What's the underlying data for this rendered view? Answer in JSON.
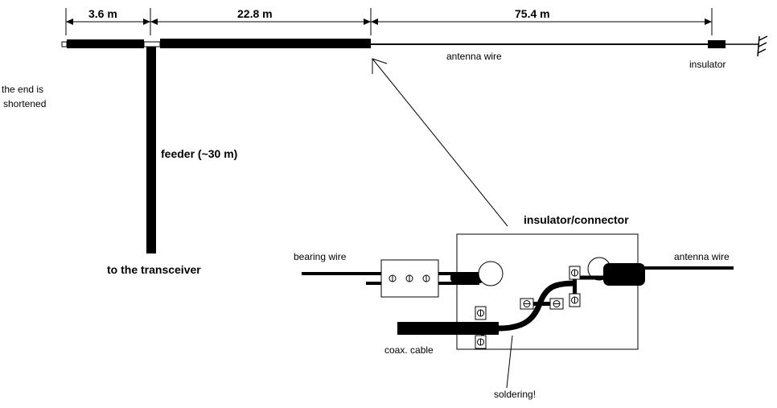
{
  "dimensions": {
    "seg1": "3.6 m",
    "seg2": "22.8 m",
    "seg3": "75.4 m"
  },
  "labels": {
    "antenna_wire_top": "antenna wire",
    "insulator": "insulator",
    "end_shortened_line1": "the end is",
    "end_shortened_line2": "shortened",
    "feeder": "feeder (~30 m)",
    "to_transceiver": "to the transceiver",
    "connector_title": "insulator/connector",
    "bearing_wire": "bearing wire",
    "antenna_wire_detail": "antenna wire",
    "coax_cable": "coax. cable",
    "soldering": "soldering!"
  }
}
